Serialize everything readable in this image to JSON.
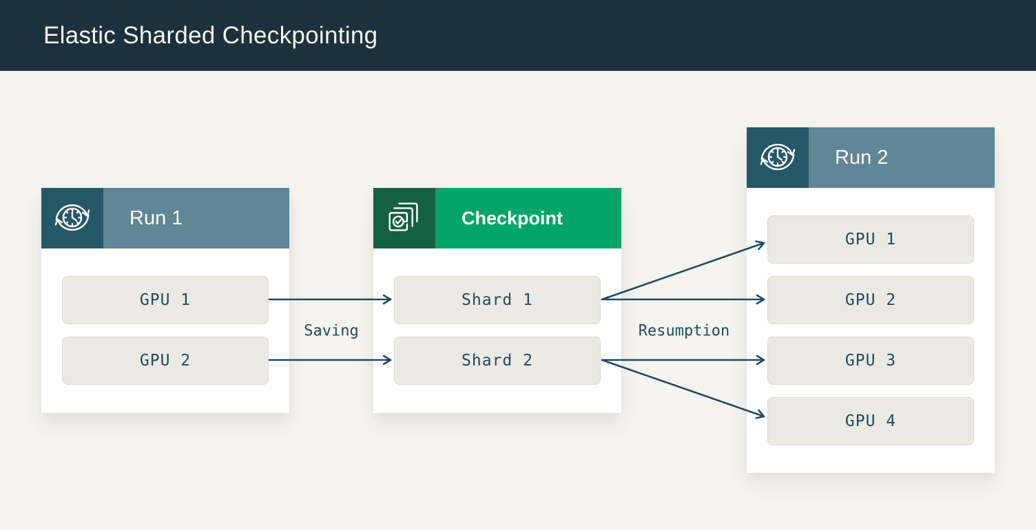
{
  "page": {
    "title": "Elastic Sharded Checkpointing"
  },
  "cards": {
    "run1": {
      "title": "Run 1",
      "icon": "restart-clock-icon",
      "items": [
        "GPU 1",
        "GPU 2"
      ]
    },
    "checkpoint": {
      "title": "Checkpoint",
      "icon": "stacked-checkpoint-icon",
      "items": [
        "Shard 1",
        "Shard 2"
      ]
    },
    "run2": {
      "title": "Run 2",
      "icon": "restart-clock-icon",
      "items": [
        "GPU 1",
        "GPU 2",
        "GPU 3",
        "GPU 4"
      ]
    }
  },
  "edges": {
    "saving_label": "Saving",
    "resumption_label": "Resumption"
  },
  "colors": {
    "page_background": "#f6f4ef",
    "topbar_background": "#1b313b",
    "run_header": "#5f8795",
    "run_icon_background": "#265766",
    "checkpoint_header": "#03a566",
    "checkpoint_icon_background": "#156040",
    "node_box_background": "#eceae4",
    "arrow_and_text": "#1d4b5e",
    "card_background": "#ffffff"
  }
}
